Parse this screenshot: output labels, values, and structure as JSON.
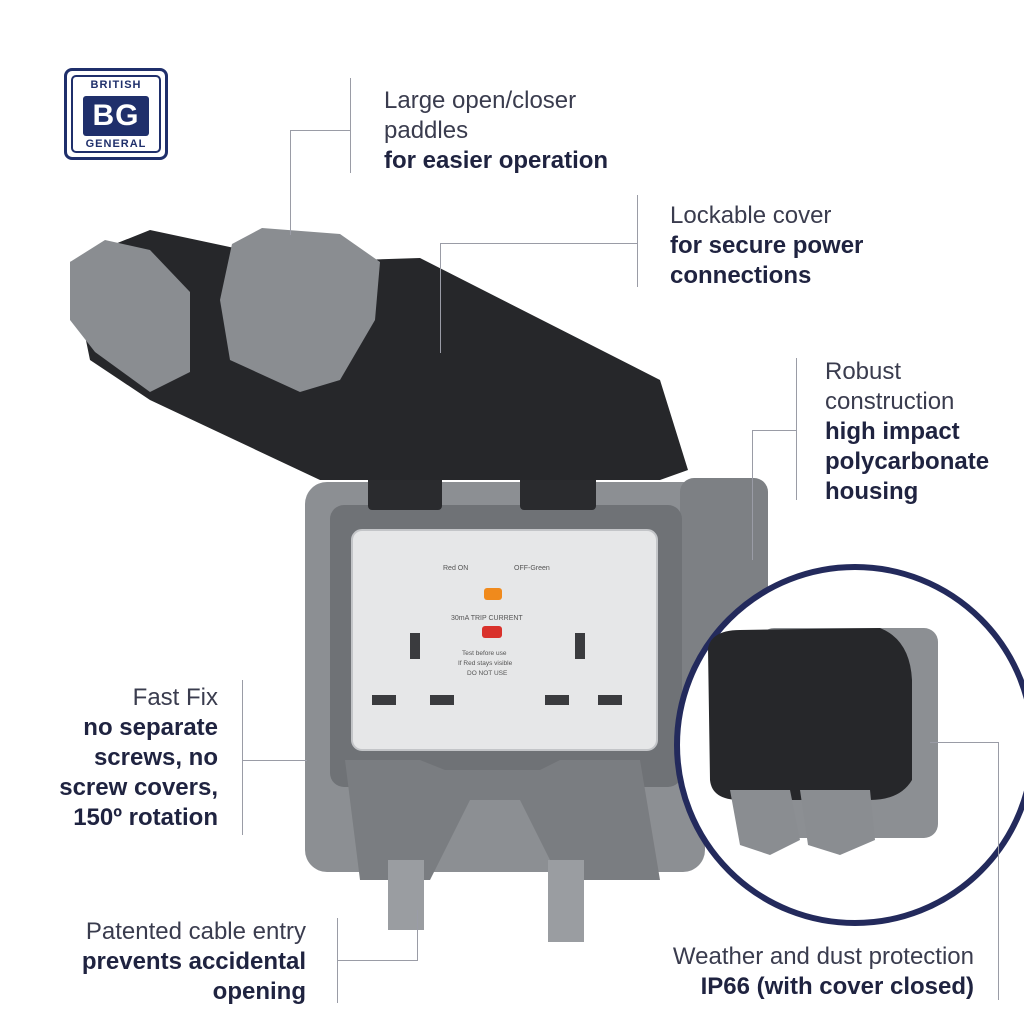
{
  "brand": {
    "logo_top": "BRITISH",
    "logo_mid": "BG",
    "logo_bottom": "GENERAL"
  },
  "features": {
    "paddles": {
      "line1": "Large open/closer",
      "line2": "paddles",
      "bold1": "for easier operation"
    },
    "lockable": {
      "line1": "Lockable cover",
      "bold1": "for secure power",
      "bold2": "connections"
    },
    "robust": {
      "line1": "Robust",
      "line2": "construction",
      "bold1": "high impact",
      "bold2": "polycarbonate",
      "bold3": "housing"
    },
    "fastfix": {
      "line1": "Fast Fix",
      "bold1": "no separate",
      "bold2": "screws, no",
      "bold3": "screw covers,",
      "bold4": "150º rotation"
    },
    "cable": {
      "line1": "Patented cable entry",
      "bold1": "prevents accidental",
      "bold2": "opening"
    },
    "weather": {
      "line1": "Weather and dust protection",
      "bold1": "IP66 (with cover closed)"
    }
  },
  "socket_faceplate": {
    "indicator_left": "Red ON",
    "indicator_right": "OFF-Green",
    "trip": "30mA  TRIP  CURRENT",
    "warn1": "Test before use",
    "warn2": "If Red stays visible",
    "warn3": "DO NOT USE"
  },
  "colors": {
    "text_bold": "#1f2340",
    "text_light": "#3a3c4e",
    "brand_navy": "#1f2f6b",
    "housing_grey": "#8c8f93",
    "cover_black": "#26272a",
    "inset_ring": "#232a5c"
  }
}
